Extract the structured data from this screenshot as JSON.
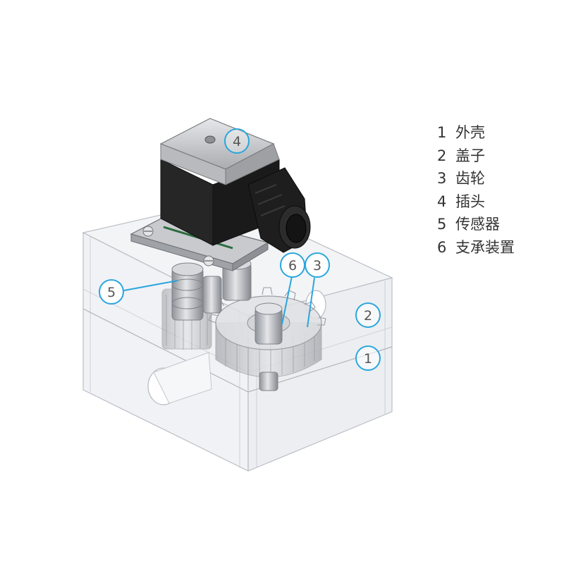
{
  "colors": {
    "callout": "#2aa6de",
    "housing_fill": "#e9ebef",
    "housing_edge": "#b9bcc4",
    "plug_body": "#1f1f1f",
    "plug_cap": "#cfd1d4",
    "gear": "#c9cbcf",
    "shaft": "#b4b7bc"
  },
  "callouts": [
    {
      "id": "1",
      "label": "1"
    },
    {
      "id": "2",
      "label": "2"
    },
    {
      "id": "3",
      "label": "3"
    },
    {
      "id": "4",
      "label": "4"
    },
    {
      "id": "5",
      "label": "5"
    },
    {
      "id": "6",
      "label": "6"
    }
  ],
  "legend": [
    {
      "number": "1",
      "text": "外壳"
    },
    {
      "number": "2",
      "text": "盖子"
    },
    {
      "number": "3",
      "text": "齿轮"
    },
    {
      "number": "4",
      "text": "插头"
    },
    {
      "number": "5",
      "text": "传感器"
    },
    {
      "number": "6",
      "text": "支承装置"
    }
  ]
}
